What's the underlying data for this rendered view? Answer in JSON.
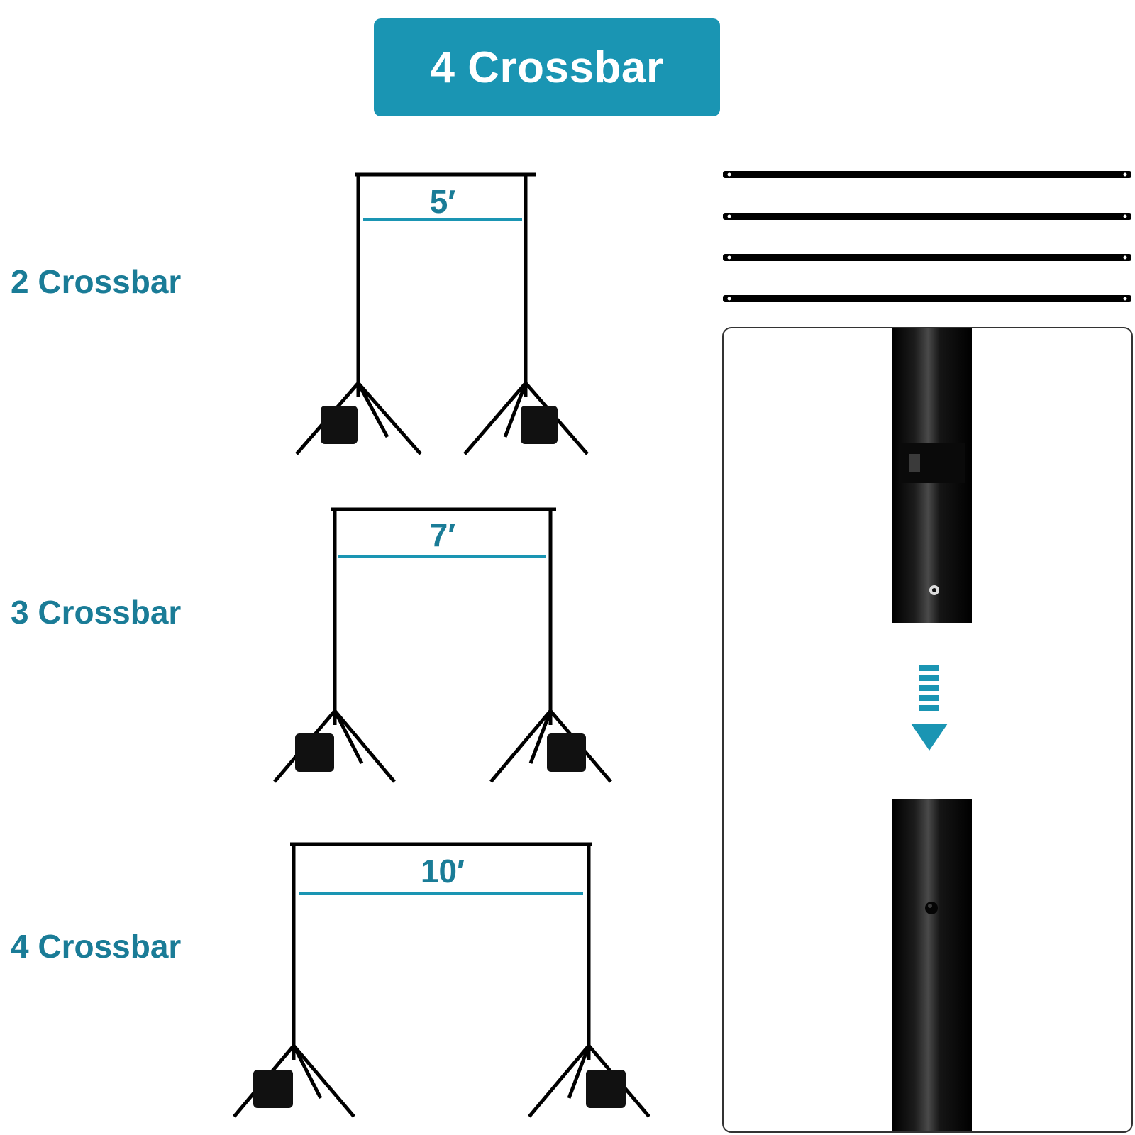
{
  "header": {
    "title": "4 Crossbar"
  },
  "configurations": [
    {
      "label": "2 Crossbar",
      "width_label": "5′",
      "crossbar_count": 2
    },
    {
      "label": "3 Crossbar",
      "width_label": "7′",
      "crossbar_count": 3
    },
    {
      "label": "4 Crossbar",
      "width_label": "10′",
      "crossbar_count": 4
    }
  ],
  "parts": {
    "crossbar_pieces_shown": 4
  },
  "colors": {
    "accent": "#1a95b3",
    "label_text": "#1a7c97",
    "equipment": "#000000"
  }
}
